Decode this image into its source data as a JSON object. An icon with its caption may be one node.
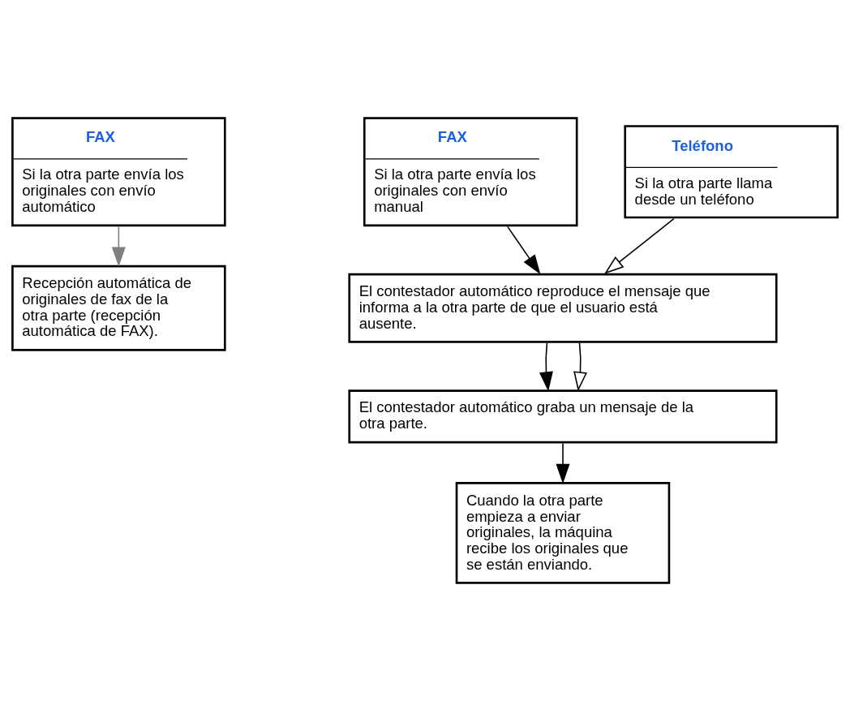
{
  "diagram": {
    "nodes": [
      {
        "text": [
          "FAX",
          "Si la otra parte envía los originales con envío automático"
        ]
      },
      {
        "text": [
          "FAX",
          "Si la otra parte envía los originales con envío manual"
        ]
      },
      {
        "text": [
          "Teléfono",
          "Si la otra parte llama desde un teléfono"
        ]
      },
      {
        "text": [
          "Recepción automática de originales de fax de la otra parte (recepción automática de FAX)."
        ]
      },
      {
        "text": [
          "El contestador automático reproduce el mensaje que informa a la otra parte de que el usuario está ausente."
        ]
      },
      {
        "text": [
          "El contestador automático graba un mensaje de la otra parte."
        ]
      },
      {
        "text": [
          "Cuando la otra parte empieza a enviar originales, la máquina recibe los originales que se están enviando."
        ]
      }
    ],
    "edges": [
      {
        "from": 0,
        "to": 3,
        "arrow": "to",
        "color": "#808080"
      },
      {
        "from": 1,
        "to": 4,
        "arrow": "to"
      },
      {
        "from": 2,
        "to": 4,
        "arrow": "to"
      },
      {
        "from": 4,
        "to": 5,
        "arrow": "to"
      },
      {
        "from": 4,
        "to": 5,
        "arrow": "to"
      },
      {
        "from": 5,
        "to": 6,
        "arrow": "to"
      }
    ]
  }
}
